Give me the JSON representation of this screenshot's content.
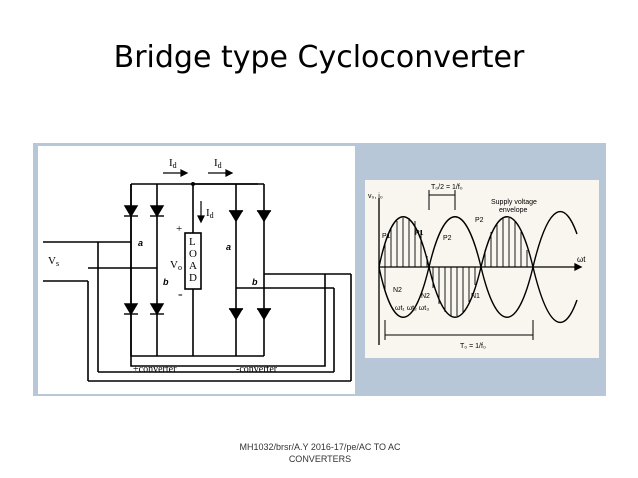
{
  "slide": {
    "title": "Bridge type Cycloconverter",
    "footer_line1": "MH1032/brsr/A.Y 2016-17/pe/AC TO AC",
    "footer_line2": "CONVERTERS"
  },
  "circuit": {
    "id_label": "I",
    "id_sub": "d",
    "vs_label": "V",
    "vs_sub": "s",
    "vo_label": "V",
    "vo_sub": "o",
    "plus": "+",
    "minus": "-",
    "node_a": "a",
    "node_b": "b",
    "load_letters": [
      "L",
      "O",
      "A",
      "D"
    ],
    "pos_converter": "+converter",
    "neg_converter": "-converter"
  },
  "waveform": {
    "y_label": "v₀, i₀",
    "x_label": "ωt",
    "t0_top": "T₀/2 = 1/f₀",
    "supply_note_1": "Supply voltage",
    "supply_note_2": "envelope",
    "p_labels": [
      "P1",
      "P1",
      "P2",
      "P2"
    ],
    "n_labels": [
      "N2",
      "N2",
      "N1"
    ],
    "wt_labels": "ωt₁ ωt₂ ωt₃",
    "t0_bottom": "T₀ = 1/f₀"
  }
}
